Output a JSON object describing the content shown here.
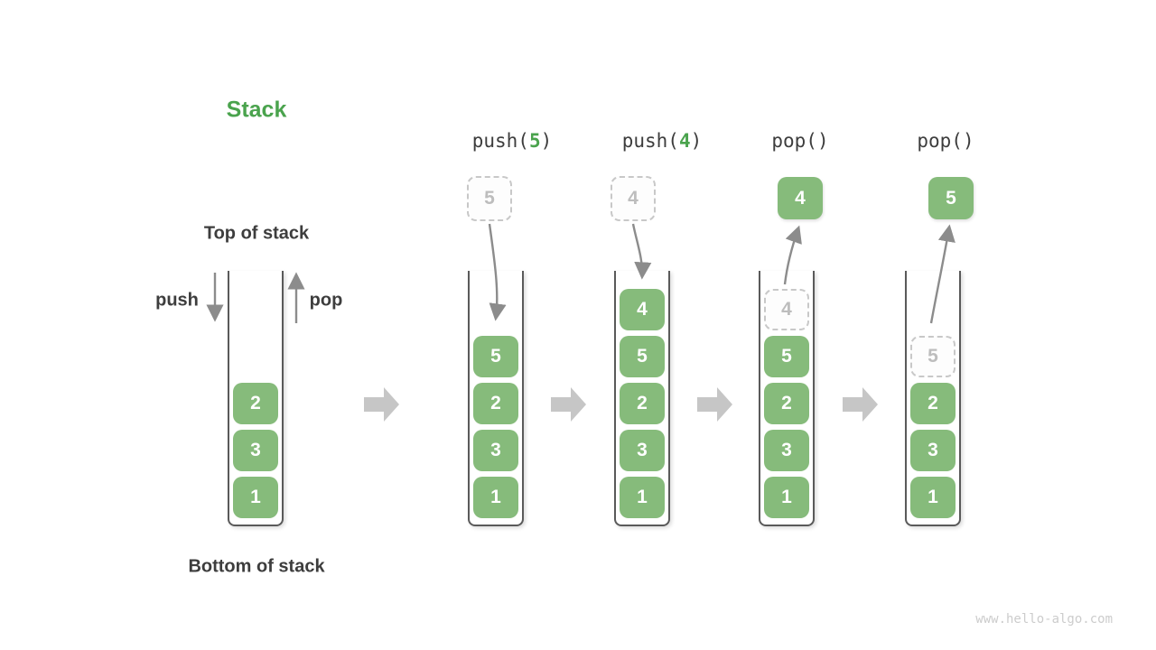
{
  "title": "Stack",
  "labels": {
    "top_of_stack": "Top of stack",
    "bottom_of_stack": "Bottom of stack",
    "push_arrow": "push",
    "pop_arrow": "pop"
  },
  "columns": [
    {
      "cells": [
        "2",
        "3",
        "1"
      ]
    },
    {
      "op": {
        "prefix": "push(",
        "arg": "5",
        "suffix": ")"
      },
      "incoming": "5",
      "cells": [
        "5",
        "2",
        "3",
        "1"
      ]
    },
    {
      "op": {
        "prefix": "push(",
        "arg": "4",
        "suffix": ")"
      },
      "incoming": "4",
      "cells": [
        "4",
        "5",
        "2",
        "3",
        "1"
      ]
    },
    {
      "op": {
        "prefix": "pop(",
        "arg": "",
        "suffix": ")"
      },
      "outgoing": "4",
      "ghost": "4",
      "cells": [
        "5",
        "2",
        "3",
        "1"
      ]
    },
    {
      "op": {
        "prefix": "pop(",
        "arg": "",
        "suffix": ")"
      },
      "outgoing": "5",
      "ghost": "5",
      "cells": [
        "2",
        "3",
        "1"
      ]
    }
  ],
  "watermark": "www.hello-algo.com",
  "colors": {
    "cell_green": "#86bb7b",
    "accent_green": "#4aa34d",
    "dark_text": "#3d3d3d",
    "arrow_gray": "#8c8c8c",
    "block_arrow_gray": "#c6c6c6",
    "ghost_border": "#c8c8c8",
    "ghost_text": "#bdbdbd",
    "container_border": "#5a5a5a",
    "watermark_gray": "#cccccc"
  }
}
